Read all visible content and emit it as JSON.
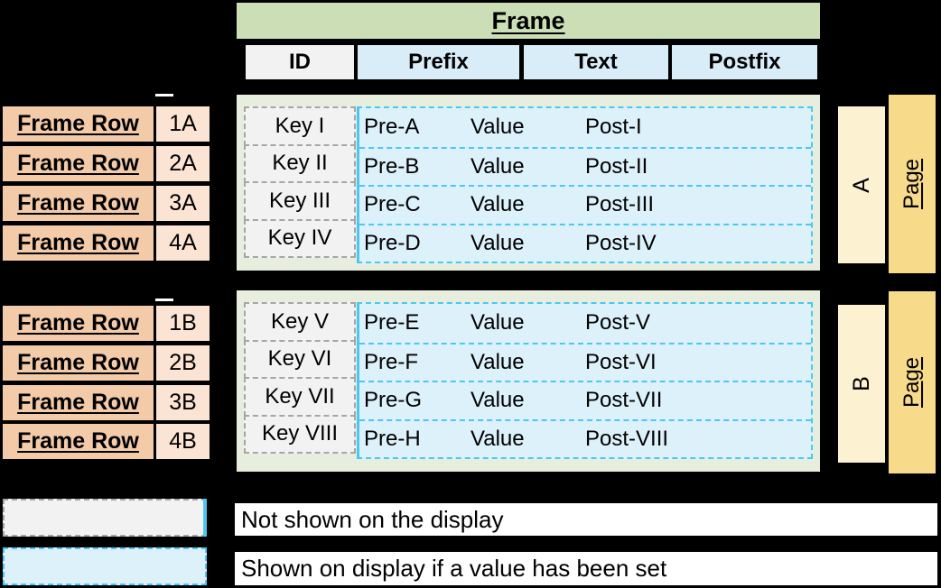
{
  "title": "Frame",
  "columns": {
    "id": "ID",
    "prefix": "Prefix",
    "text": "Text",
    "postfix": "Postfix"
  },
  "sections": [
    {
      "name": "A",
      "page": "Page",
      "frame_rows": [
        {
          "label": "Frame Row",
          "id": "1A"
        },
        {
          "label": "Frame Row",
          "id": "2A"
        },
        {
          "label": "Frame Row",
          "id": "3A"
        },
        {
          "label": "Frame Row",
          "id": "4A"
        }
      ],
      "rows": [
        {
          "key": "Key I",
          "prefix": "Pre-A",
          "text": "Value",
          "postfix": "Post-I"
        },
        {
          "key": "Key II",
          "prefix": "Pre-B",
          "text": "Value",
          "postfix": "Post-II"
        },
        {
          "key": "Key III",
          "prefix": "Pre-C",
          "text": "Value",
          "postfix": "Post-III"
        },
        {
          "key": "Key IV",
          "prefix": "Pre-D",
          "text": "Value",
          "postfix": "Post-IV"
        }
      ]
    },
    {
      "name": "B",
      "page": "Page",
      "frame_rows": [
        {
          "label": "Frame Row",
          "id": "1B"
        },
        {
          "label": "Frame Row",
          "id": "2B"
        },
        {
          "label": "Frame Row",
          "id": "3B"
        },
        {
          "label": "Frame Row",
          "id": "4B"
        }
      ],
      "rows": [
        {
          "key": "Key V",
          "prefix": "Pre-E",
          "text": "Value",
          "postfix": "Post-V"
        },
        {
          "key": "Key VI",
          "prefix": "Pre-F",
          "text": "Value",
          "postfix": "Post-VI"
        },
        {
          "key": "Key VII",
          "prefix": "Pre-G",
          "text": "Value",
          "postfix": "Post-VII"
        },
        {
          "key": "Key VIII",
          "prefix": "Pre-H",
          "text": "Value",
          "postfix": "Post-VIII"
        }
      ]
    }
  ],
  "legend": [
    {
      "text": "Not shown on the display"
    },
    {
      "text": "Shown on display if a value has been set"
    }
  ],
  "colors": {
    "background": "#000000",
    "title_green": "#cbdeb6",
    "panel_green": "#e7eedd",
    "header_blue": "#d9edf8",
    "cell_blue": "#ddf1fb",
    "cyan_border": "#4ac7f2",
    "gray_cell": "#f2f2f2",
    "gray_border": "#a6a6a6",
    "frame_row_peach": "#f3cba9",
    "row_id_peach": "#fbe4d3",
    "tab_cream": "#fcf2d2",
    "page_gold": "#f7db8b"
  }
}
